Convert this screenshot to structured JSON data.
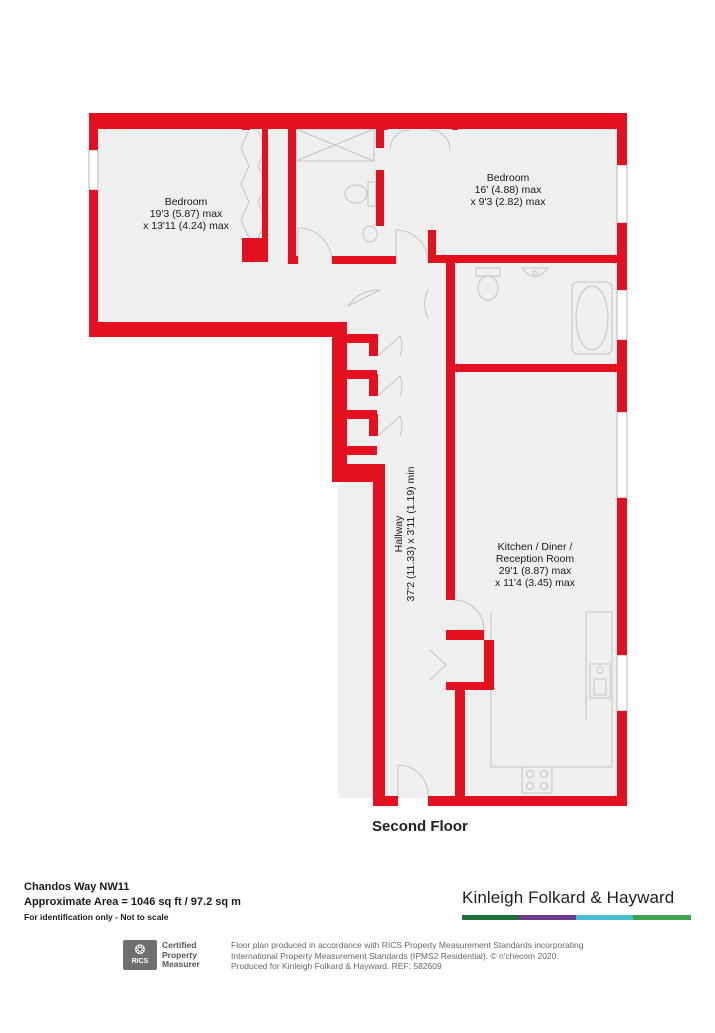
{
  "plan": {
    "floor_title": "Second Floor",
    "rooms": {
      "bedroom_left": {
        "line1": "Bedroom",
        "line2": "19'3 (5.87) max",
        "line3": "x 13'11 (4.24) max"
      },
      "bedroom_right": {
        "line1": "Bedroom",
        "line2": "16' (4.88) max",
        "line3": "x 9'3 (2.82) max"
      },
      "kitchen": {
        "line1": "Kitchen / Diner /",
        "line2": "Reception Room",
        "line3": "29'1 (8.87) max",
        "line4": "x 11'4 (3.45) max"
      },
      "hallway": {
        "line1": "Hallway",
        "line2": "37'2 (11.33) x 3'11 (1.19) min"
      }
    },
    "colors": {
      "wall": "#e3101f",
      "floor": "#efefef",
      "fixture_line": "#c9c9c9"
    }
  },
  "footer": {
    "address": "Chandos Way NW11",
    "area": "Approximate Area = 1046 sq ft / 97.2 sq m",
    "note": "For identification only - Not to scale",
    "agent": "Kinleigh Folkard & Hayward",
    "brand_colors": [
      "#1f6f3a",
      "#6a3b8f",
      "#4bbfd1",
      "#3fa34d"
    ],
    "rics": {
      "badge": "RICS",
      "line1": "Certified",
      "line2": "Property",
      "line3": "Measurer"
    },
    "disclaimer": {
      "line1": "Floor plan produced in accordance with RICS Property Measurement Standards incorporating",
      "line2": "International Property Measurement Standards (IPMS2 Residential).  © n'checom 2020.",
      "line3": "Produced for Kinleigh Folkard & Hayward.   REF: 582609"
    }
  }
}
